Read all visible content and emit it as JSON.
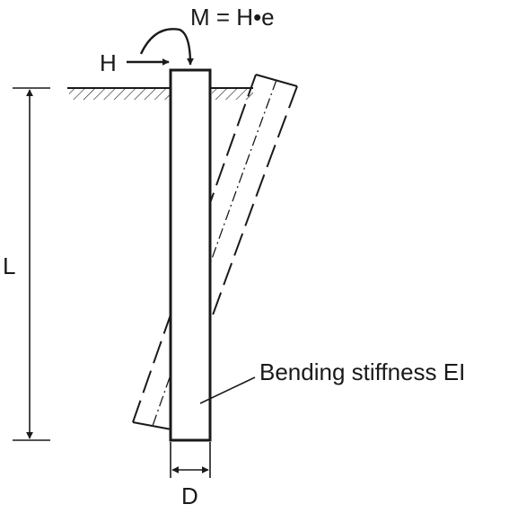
{
  "labels": {
    "moment": "M = H•e",
    "force": "H",
    "length": "L",
    "diameter": "D",
    "stiffness": "Bending stiffness EI"
  },
  "colors": {
    "ink": "#1a1a1a",
    "background": "#ffffff"
  }
}
